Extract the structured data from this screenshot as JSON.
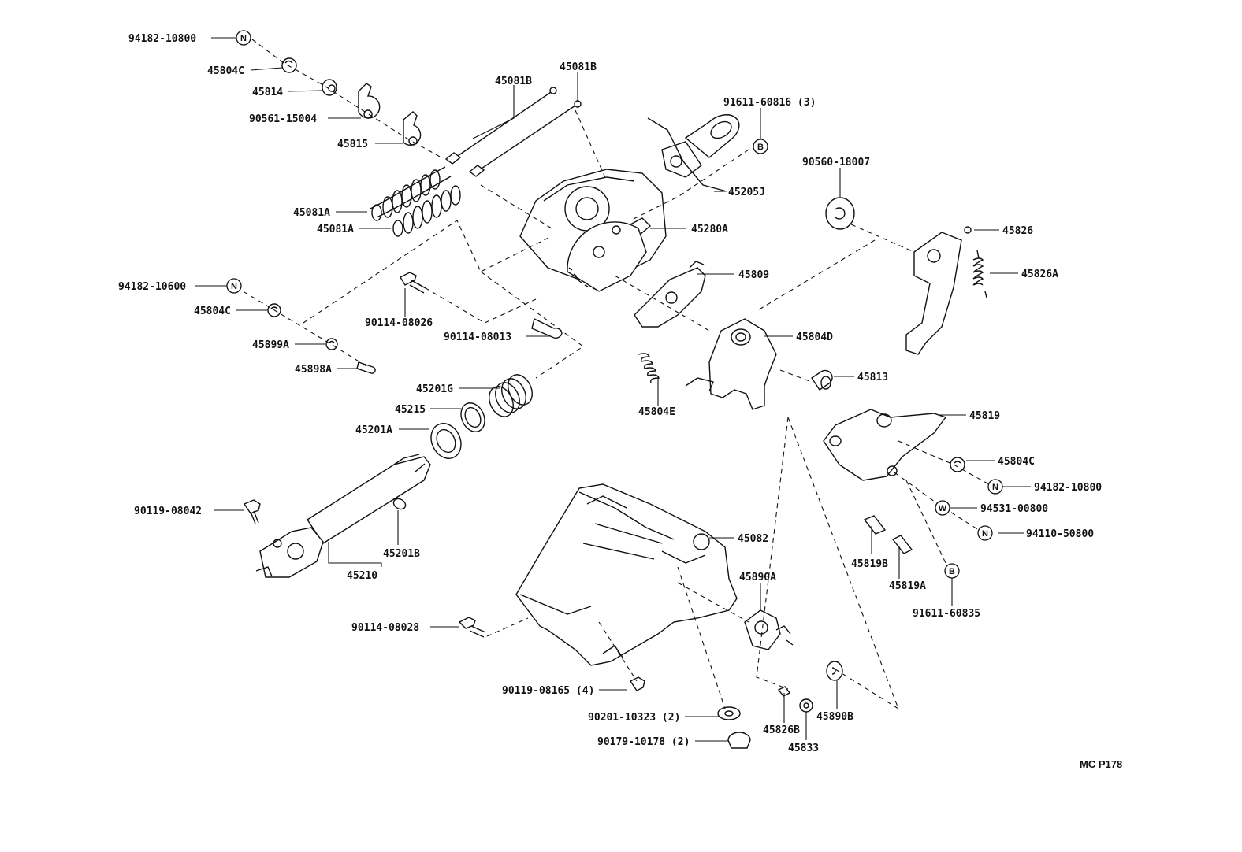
{
  "diagram_code": "MC P178",
  "callouts": [
    {
      "id": "c1",
      "text": "94182-10800",
      "symbol": "N"
    },
    {
      "id": "c2",
      "text": "45804C"
    },
    {
      "id": "c3",
      "text": "45814"
    },
    {
      "id": "c4",
      "text": "90561-15004"
    },
    {
      "id": "c5",
      "text": "45815"
    },
    {
      "id": "c6",
      "text": "45081B"
    },
    {
      "id": "c7",
      "text": "45081B"
    },
    {
      "id": "c8",
      "text": "91611-60816 (3)",
      "symbol": "B"
    },
    {
      "id": "c9",
      "text": "45205J"
    },
    {
      "id": "c10",
      "text": "90560-18007"
    },
    {
      "id": "c11",
      "text": "45081A"
    },
    {
      "id": "c12",
      "text": "45081A"
    },
    {
      "id": "c13",
      "text": "45280A"
    },
    {
      "id": "c14",
      "text": "45826"
    },
    {
      "id": "c15",
      "text": "45826A"
    },
    {
      "id": "c16",
      "text": "94182-10600",
      "symbol": "N"
    },
    {
      "id": "c17",
      "text": "45804C"
    },
    {
      "id": "c18",
      "text": "45809"
    },
    {
      "id": "c19",
      "text": "90114-08026"
    },
    {
      "id": "c20",
      "text": "90114-08013"
    },
    {
      "id": "c21",
      "text": "45899A"
    },
    {
      "id": "c22",
      "text": "45898A"
    },
    {
      "id": "c23",
      "text": "45804D"
    },
    {
      "id": "c24",
      "text": "45813"
    },
    {
      "id": "c25",
      "text": "45201G"
    },
    {
      "id": "c26",
      "text": "45804E"
    },
    {
      "id": "c27",
      "text": "45215"
    },
    {
      "id": "c28",
      "text": "45201A"
    },
    {
      "id": "c29",
      "text": "45819"
    },
    {
      "id": "c30",
      "text": "45804C"
    },
    {
      "id": "c31",
      "text": "94182-10800",
      "symbol": "N"
    },
    {
      "id": "c32",
      "text": "94531-00800",
      "symbol": "W"
    },
    {
      "id": "c33",
      "text": "90119-08042"
    },
    {
      "id": "c34",
      "text": "94110-50800",
      "symbol": "N"
    },
    {
      "id": "c35",
      "text": "45082"
    },
    {
      "id": "c36",
      "text": "45819B"
    },
    {
      "id": "c37",
      "text": "45201B"
    },
    {
      "id": "c38",
      "text": "45210"
    },
    {
      "id": "c39",
      "text": "45819A"
    },
    {
      "id": "c40",
      "text": "45890A"
    },
    {
      "id": "c41",
      "text": "91611-60835",
      "symbol": "B"
    },
    {
      "id": "c42",
      "text": "90114-08028"
    },
    {
      "id": "c43",
      "text": "90119-08165 (4)"
    },
    {
      "id": "c44",
      "text": "90201-10323 (2)"
    },
    {
      "id": "c45",
      "text": "45826B"
    },
    {
      "id": "c46",
      "text": "45890B"
    },
    {
      "id": "c47",
      "text": "90179-10178 (2)"
    },
    {
      "id": "c48",
      "text": "45833"
    }
  ]
}
